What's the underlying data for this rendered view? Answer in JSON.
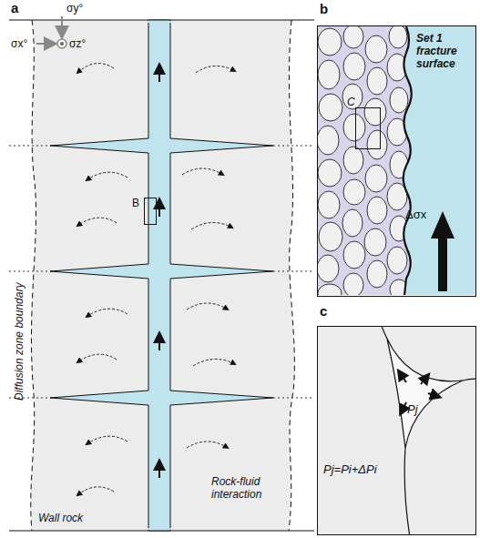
{
  "diagram": {
    "nodes": [
      {
        "text": [
          "B"
        ]
      },
      {
        "text": [
          "b",
          "Set 1 fracture surface",
          "Δσx"
        ]
      },
      {
        "text": [
          "C"
        ],
        "in": 1
      },
      {
        "text": [
          "c",
          "Pj",
          "Pj=Pi+ΔPi"
        ]
      }
    ],
    "labels": [
      "a",
      "σy°",
      "σx°",
      "σz°",
      "Diffusion zone boundary",
      "Rock-fluid interaction",
      "Wall rock"
    ]
  }
}
